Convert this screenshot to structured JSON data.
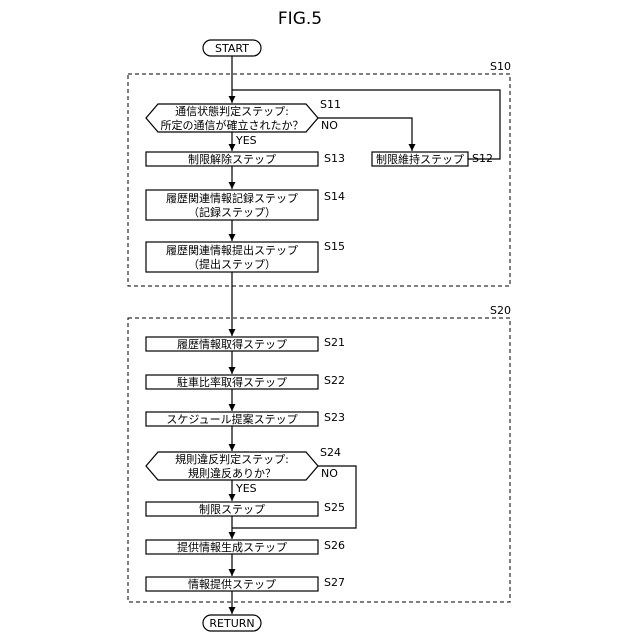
{
  "figure_label": "FIG.5",
  "terminals": {
    "start": "START",
    "end": "RETURN"
  },
  "groups": {
    "s10": "S10",
    "s20": "S20"
  },
  "branch": {
    "yes": "YES",
    "no": "NO"
  },
  "steps": {
    "s11": {
      "id": "S11",
      "line1": "通信状態判定ステップ:",
      "line2": "所定の通信が確立されたか？"
    },
    "s12": {
      "id": "S12",
      "line1": "制限維持ステップ"
    },
    "s13": {
      "id": "S13",
      "line1": "制限解除ステップ"
    },
    "s14": {
      "id": "S14",
      "line1": "履歴関連情報記録ステップ",
      "line2": "（記録ステップ）"
    },
    "s15": {
      "id": "S15",
      "line1": "履歴関連情報提出ステップ",
      "line2": "（提出ステップ）"
    },
    "s21": {
      "id": "S21",
      "line1": "履歴情報取得ステップ"
    },
    "s22": {
      "id": "S22",
      "line1": "駐車比率取得ステップ"
    },
    "s23": {
      "id": "S23",
      "line1": "スケジュール提案ステップ"
    },
    "s24": {
      "id": "S24",
      "line1": "規則違反判定ステップ:",
      "line2": "規則違反ありか？"
    },
    "s25": {
      "id": "S25",
      "line1": "制限ステップ"
    },
    "s26": {
      "id": "S26",
      "line1": "提供情報生成ステップ"
    },
    "s27": {
      "id": "S27",
      "line1": "情報提供ステップ"
    }
  }
}
